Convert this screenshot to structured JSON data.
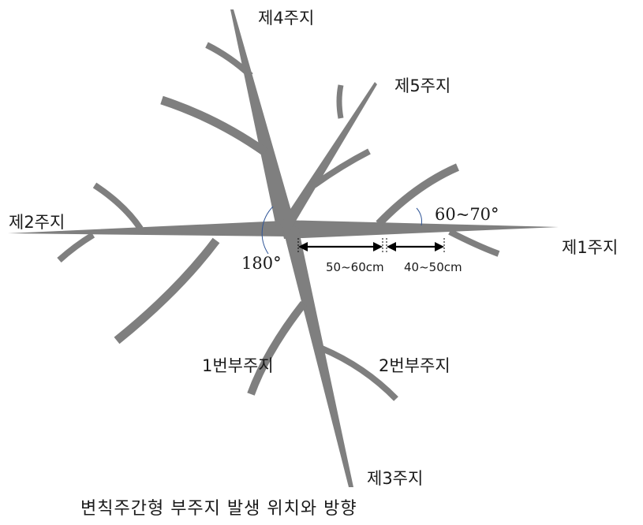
{
  "labels": {
    "branch_1": "제1주지",
    "branch_2": "제2주지",
    "branch_3": "제3주지",
    "branch_4": "제4주지",
    "branch_5": "제5주지",
    "sub_branch_1": "1번부주지",
    "sub_branch_2": "2번부주지"
  },
  "angles": {
    "branch_angle": "60~70°",
    "opposite_angle": "180°"
  },
  "distances": {
    "first": "50~60cm",
    "second": "40~50cm"
  },
  "caption": "변칙주간형 부주지 발생 위치와 방향",
  "colors": {
    "branch": "#7f7f7f",
    "arc": "#2f5597"
  }
}
